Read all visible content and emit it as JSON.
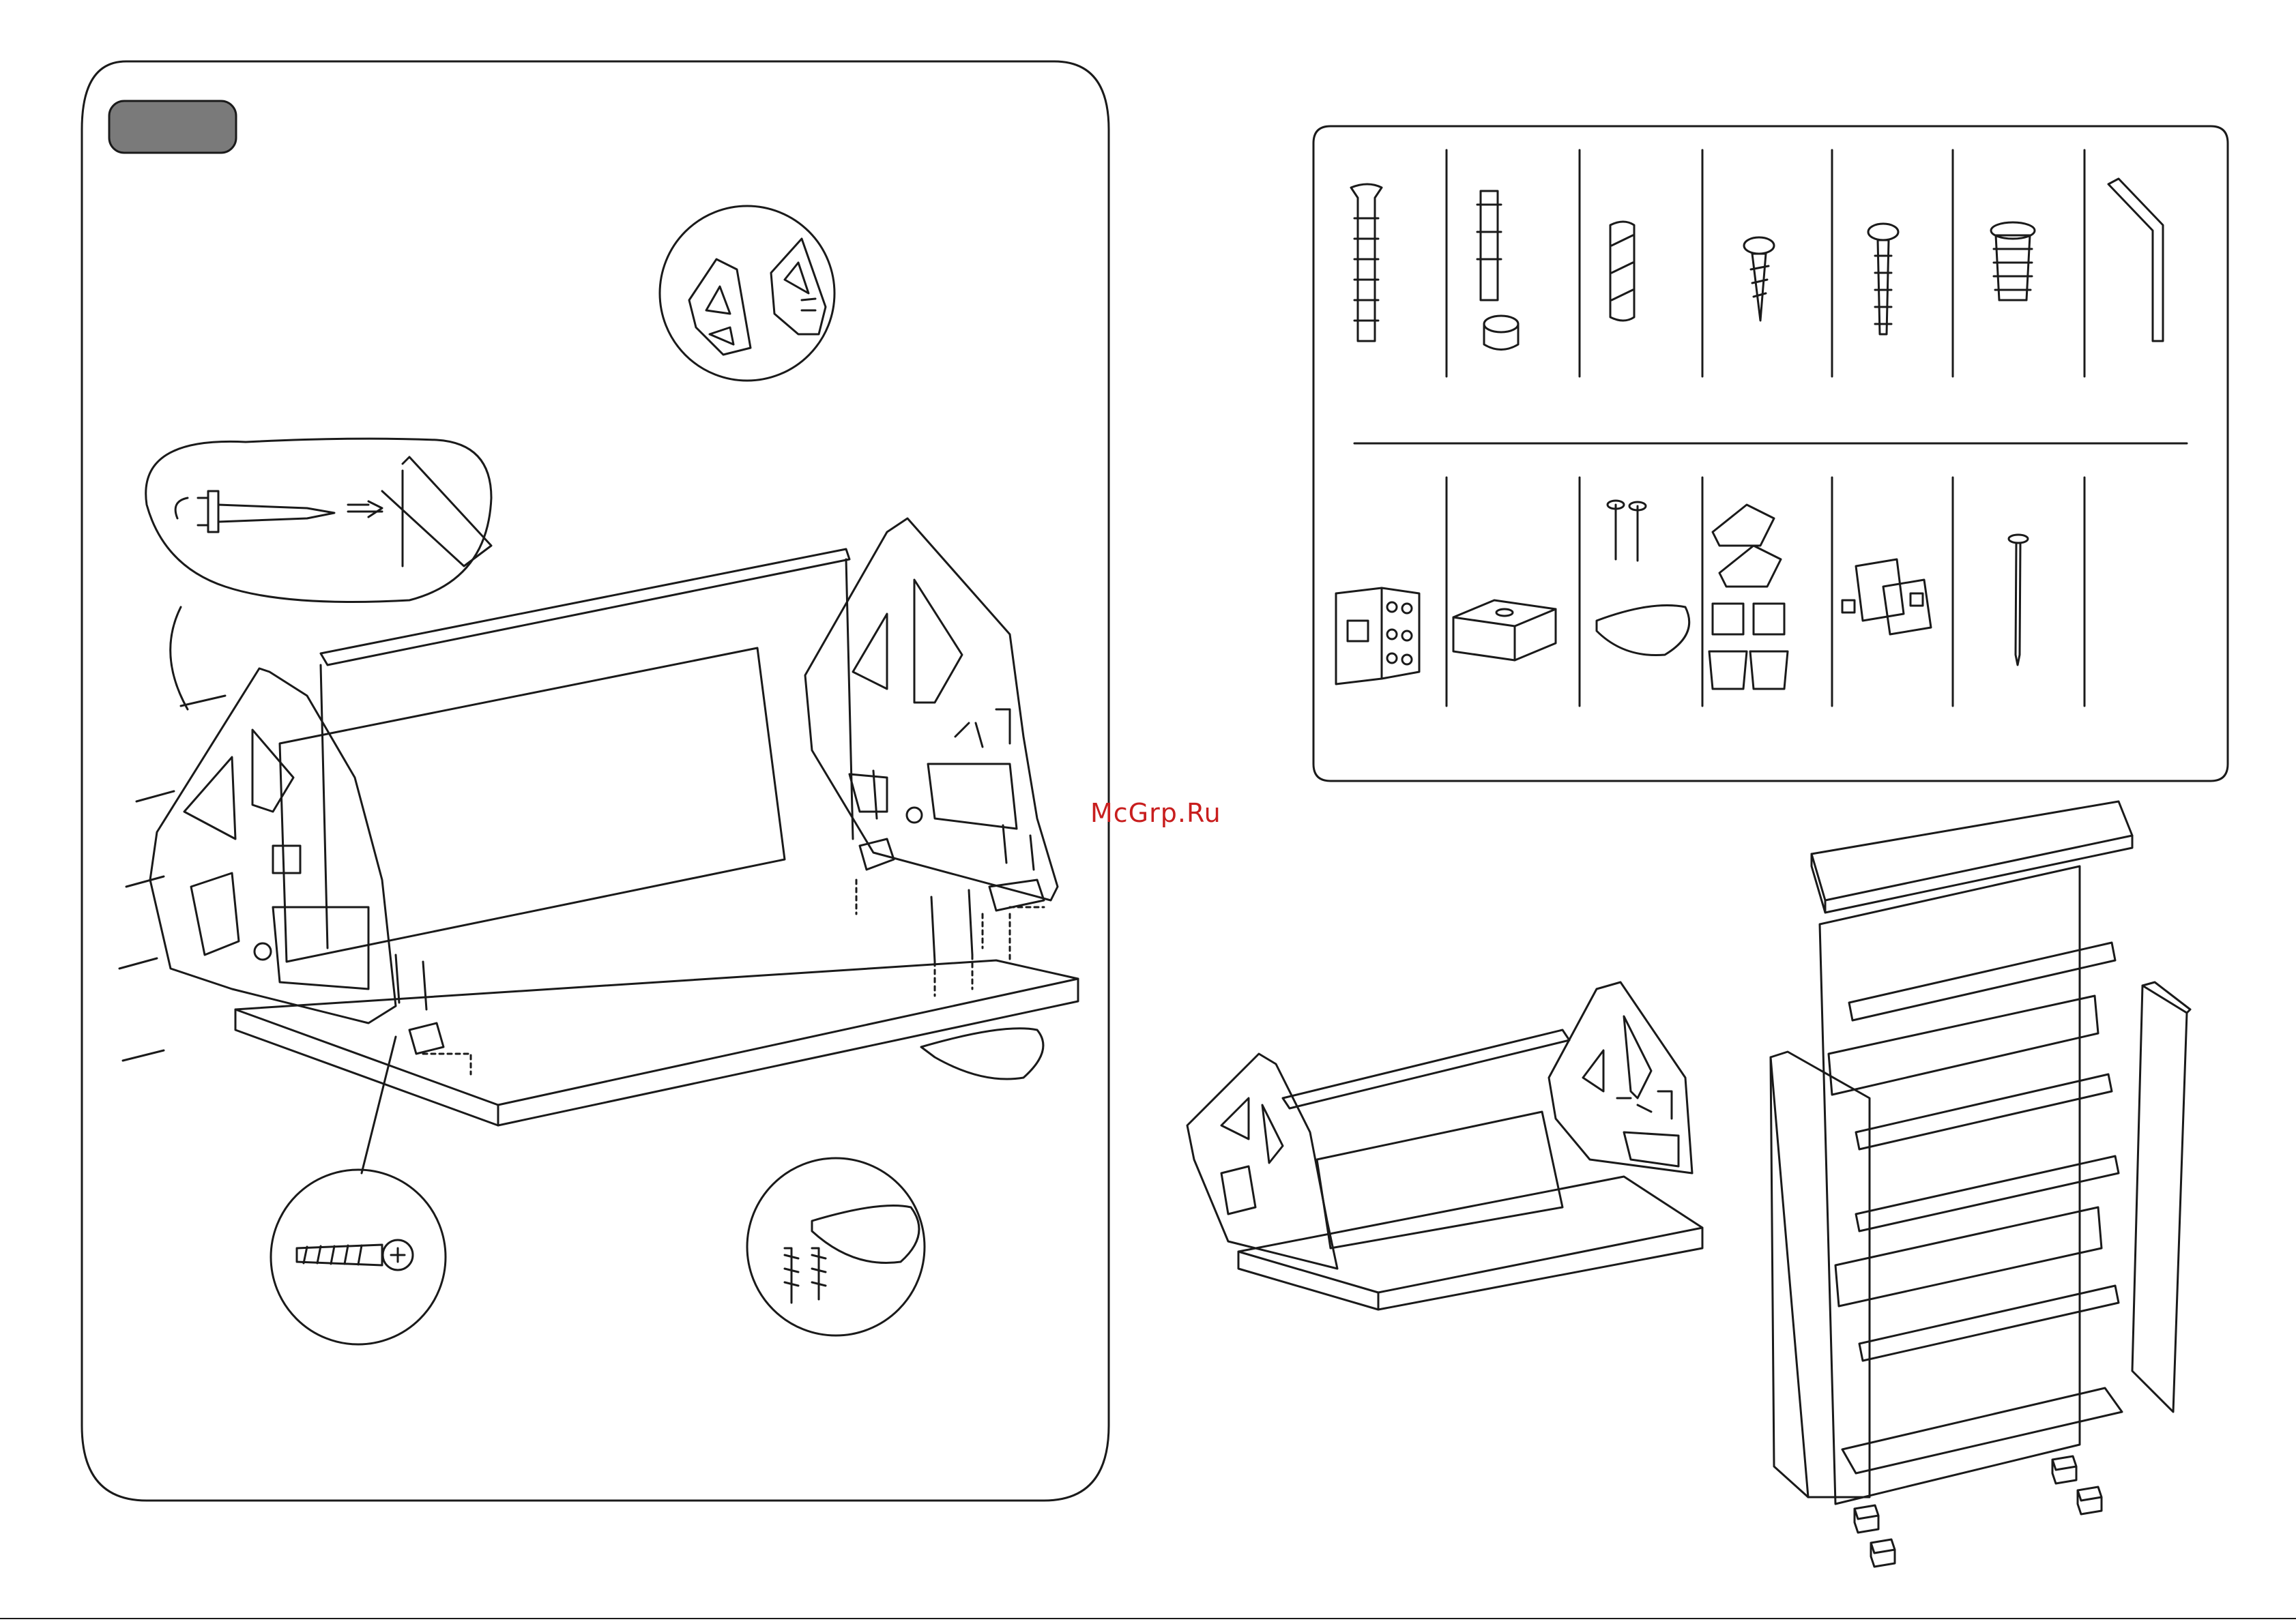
{
  "watermark": {
    "text": "McGrp.Ru",
    "color": "#c81e1e"
  },
  "colors": {
    "line": "#1a1a1a",
    "tab_fill": "#7a7a7a",
    "paper": "#ffffff"
  },
  "left_panel": {
    "step_tab_label": "",
    "views": [
      "bracket-detail-callout",
      "screw-insertion-callout",
      "main-assembly",
      "screw-detail-callout",
      "handle-detail-callout"
    ]
  },
  "parts_panel": {
    "row1": [
      "confirmat-screw-icon",
      "cam-lock-bolt-icon",
      "wooden-dowel-icon",
      "short-screw-icon",
      "long-screw-icon",
      "threaded-insert-icon",
      "allen-key-icon"
    ],
    "row2": [
      "corner-bracket-icon",
      "plastic-block-icon",
      "handle-with-screws-icon",
      "shoe-rack-brackets-and-caps-icon",
      "door-catch-icon",
      "nail-icon",
      "empty-slot"
    ]
  },
  "right_views": [
    "assembled-shoe-tray",
    "exploded-cabinet"
  ]
}
